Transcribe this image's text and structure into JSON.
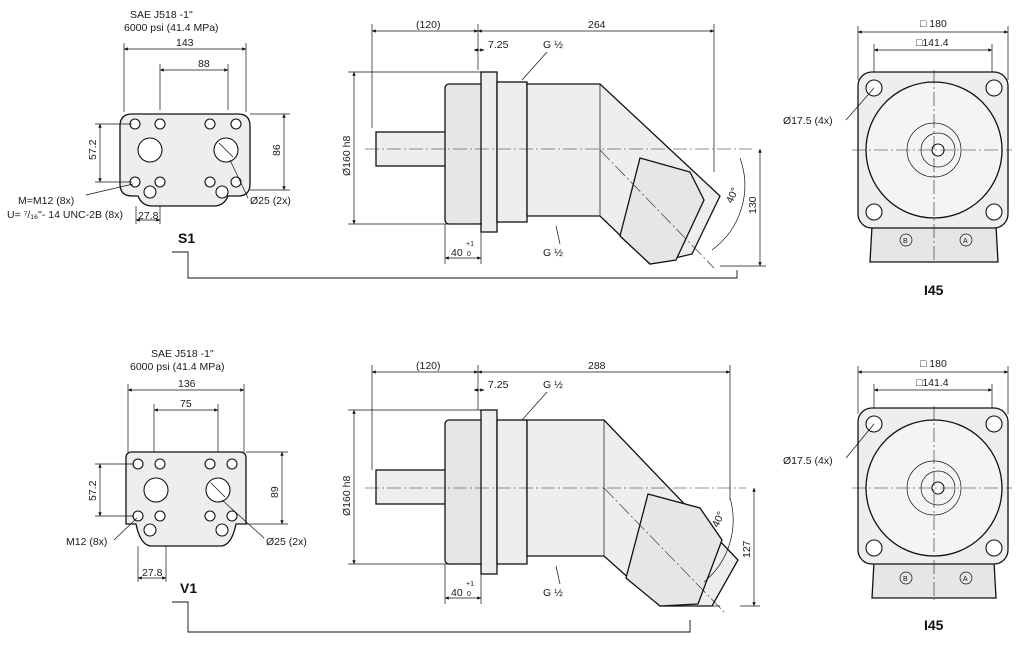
{
  "top": {
    "port_standard": "SAE J518 -1\"",
    "pressure": "6000 psi  (41.4 MPa)",
    "d_143": "143",
    "d_88": "88",
    "d_57_2": "57.2",
    "d_86": "86",
    "d_27_8": "27.8",
    "thread_m": "M=M12 (8x)",
    "thread_u": "U= ⁷/₁₆\"- 14 UNC-2B (8x)",
    "bore": "Ø25 (2x)",
    "variant": "S1",
    "d_120": "(120)",
    "d_264": "264",
    "d_7_25": "7.25",
    "g_top": "G ½",
    "g_bot": "G ½",
    "shaft_dia": "Ø160 h8",
    "d_40": "40",
    "tol_plus": "+1",
    "tol_zero": "0",
    "angle": "40°",
    "d_130": "130",
    "sq_180": "□ 180",
    "sq_141": "□141.4",
    "mount_holes": "Ø17.5 (4x)",
    "port_b": "B",
    "port_a": "A",
    "flange": "I45"
  },
  "bottom": {
    "port_standard": "SAE J518 -1\"",
    "pressure": "6000 psi  (41.4 MPa)",
    "d_136": "136",
    "d_75": "75",
    "d_57_2": "57.2",
    "d_89": "89",
    "d_27_8": "27.8",
    "thread_m": "M12 (8x)",
    "bore": "Ø25 (2x)",
    "variant": "V1",
    "d_120": "(120)",
    "d_288": "288",
    "d_7_25": "7.25",
    "g_top": "G ½",
    "g_bot": "G ½",
    "shaft_dia": "Ø160 h8",
    "d_40": "40",
    "tol_plus": "+1",
    "tol_zero": "0",
    "angle": "40°",
    "d_127": "127",
    "sq_180": "□ 180",
    "sq_141": "□141.4",
    "mount_holes": "Ø17.5 (4x)",
    "port_b": "B",
    "port_a": "A",
    "flange": "I45"
  }
}
